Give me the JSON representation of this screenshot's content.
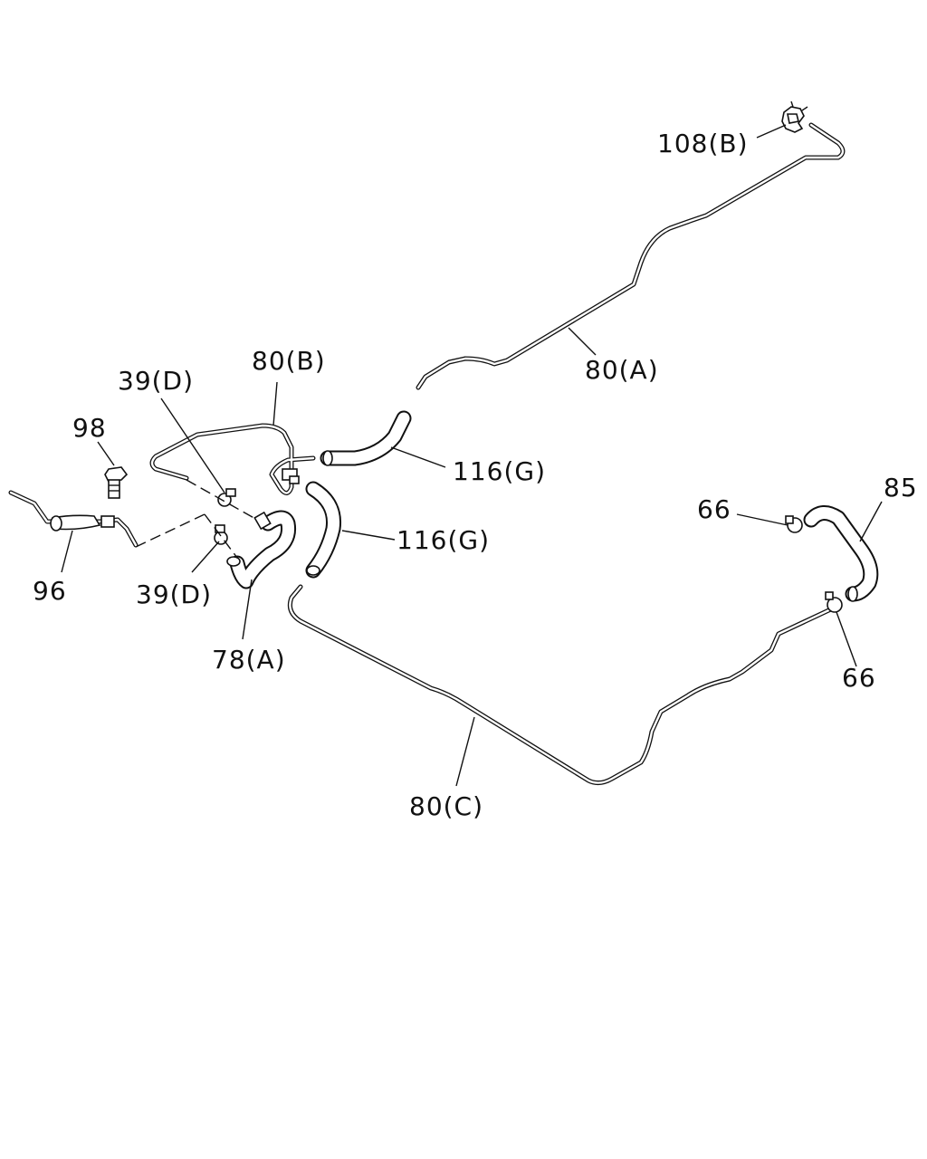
{
  "callouts": {
    "c108b": "108(B)",
    "c80a": "80(A)",
    "c80b": "80(B)",
    "c39d_top": "39(D)",
    "c98": "98",
    "c116g_top": "116(G)",
    "c116g_mid": "116(G)",
    "c66_left": "66",
    "c85": "85",
    "c96": "96",
    "c39d_bottom": "39(D)",
    "c78a": "78(A)",
    "c66_right": "66",
    "c80c": "80(C)"
  }
}
